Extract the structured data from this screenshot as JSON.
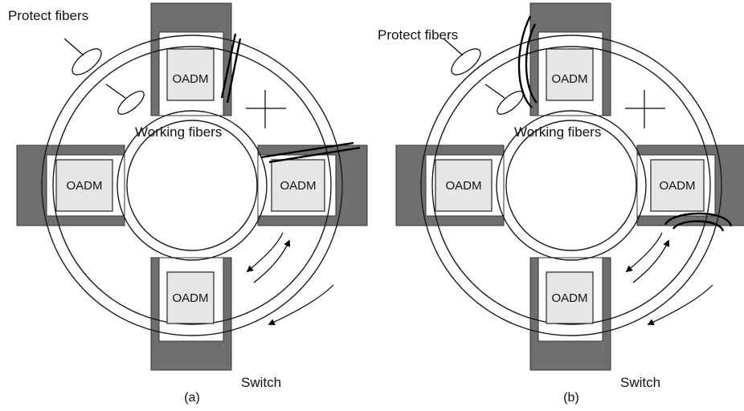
{
  "diagrams": [
    {
      "id": "a",
      "caption": "(a)",
      "labels": {
        "protect": "Protect fibers",
        "working": "Working fibers",
        "switch": "Switch"
      },
      "nodes": [
        "OADM",
        "OADM",
        "OADM",
        "OADM"
      ]
    },
    {
      "id": "b",
      "caption": "(b)",
      "labels": {
        "protect": "Protect fibers",
        "working": "Working fibers",
        "switch": "Switch"
      },
      "nodes": [
        "OADM",
        "OADM",
        "OADM",
        "OADM"
      ]
    }
  ],
  "colors": {
    "switch_fill": "#6f6f6f",
    "oadm_fill": "#e6e6e6",
    "line": "#1a1a1a"
  }
}
